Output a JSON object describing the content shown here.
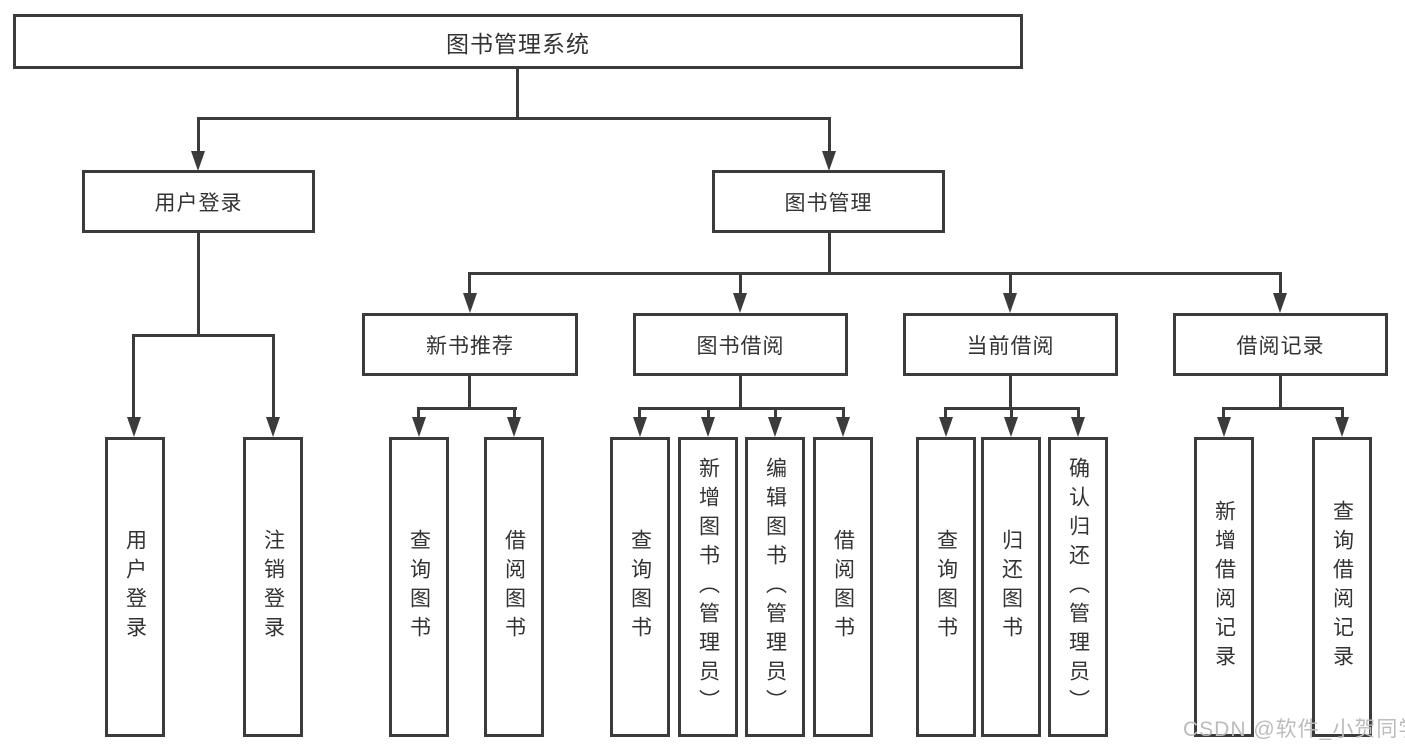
{
  "tree": {
    "root": {
      "label": "图书管理系统"
    },
    "branches": [
      {
        "label": "用户登录",
        "leaves": [
          "用户登录",
          "注销登录"
        ]
      },
      {
        "label": "图书管理",
        "sections": [
          {
            "label": "新书推荐",
            "leaves": [
              "查询图书",
              "借阅图书"
            ]
          },
          {
            "label": "图书借阅",
            "leaves": [
              "查询图书",
              "新增图书（管理员）",
              "编辑图书（管理员）",
              "借阅图书"
            ]
          },
          {
            "label": "当前借阅",
            "leaves": [
              "查询图书",
              "归还图书",
              "确认归还（管理员）"
            ]
          },
          {
            "label": "借阅记录",
            "leaves": [
              "新增借阅记录",
              "查询借阅记录"
            ]
          }
        ]
      }
    ]
  },
  "watermark": {
    "text": "CSDN @软件_小贺同学"
  },
  "colors": {
    "line": "#3b3b3b",
    "text": "#333333",
    "background": "#ffffff",
    "watermark": "#bcbcbc"
  }
}
